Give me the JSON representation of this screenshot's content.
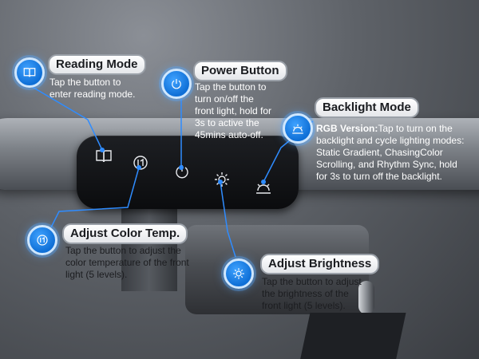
{
  "labels": {
    "reading": {
      "title": "Reading Mode",
      "desc_line1": "Tap the button to",
      "desc_line2": "enter reading mode."
    },
    "power": {
      "title": "Power Button",
      "desc_line1": "Tap the button to",
      "desc_line2": "turn on/off the",
      "desc_line3": "front light, hold for",
      "desc_line4": "3s to active the",
      "desc_line5": "45mins auto-off."
    },
    "backlight": {
      "title": "Backlight Mode",
      "desc_bold": "RGB Version:",
      "desc_line1": "Tap to turn on the",
      "desc_line2": "backlight and cycle lighting modes:",
      "desc_line3": "Static Gradient, ChasingColor",
      "desc_line4": "Scrolling, and Rhythm Sync, hold",
      "desc_line5": "for 3s to turn off the backlight."
    },
    "color_temp": {
      "title": "Adjust Color Temp.",
      "desc_line1": "Tap the button to adjust the",
      "desc_line2": "color temperature of the front",
      "desc_line3": "light (5 levels)."
    },
    "brightness": {
      "title": "Adjust Brightness",
      "desc_line1": "Tap the button to adjust",
      "desc_line2": "the brightness of the",
      "desc_line3": "front light (5 levels)."
    }
  },
  "icons": {
    "reading": "book-icon",
    "power": "power-icon",
    "backlight": "sunrise-icon",
    "color_temp": "color-temp-icon",
    "brightness": "sun-icon"
  },
  "colors": {
    "accent": "#1a7fe8",
    "connector": "#2f8cff"
  }
}
